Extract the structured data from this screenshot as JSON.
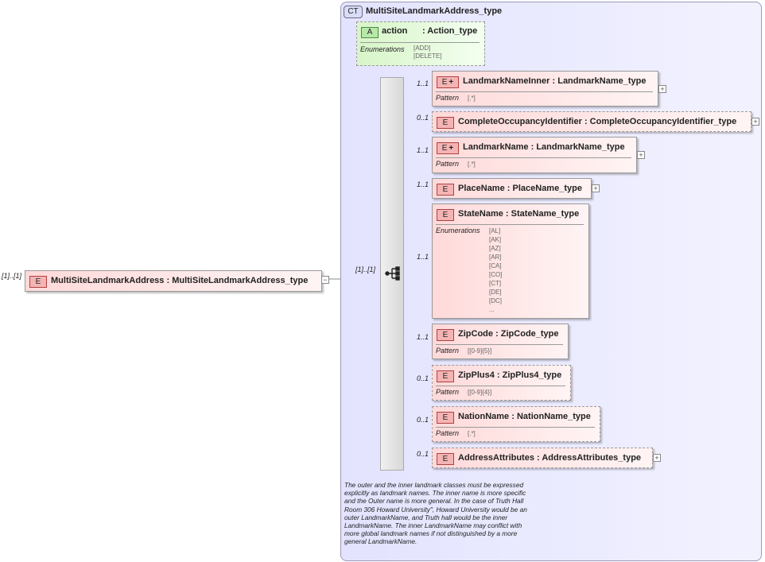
{
  "complex_type": {
    "tag": "CT",
    "title": "MultiSiteLandmarkAddress_type"
  },
  "root": {
    "cardinality": "[1]..[1]",
    "tag": "E",
    "name": "MultiSiteLandmarkAddress",
    "type": ": MultiSiteLandmarkAddress_type",
    "collapse": "−"
  },
  "attribute": {
    "tag": "A",
    "name": "action",
    "type": ": Action_type",
    "facet_label": "Enumerations",
    "values": "[ADD]\n[DELETE]"
  },
  "sequence_cardinality": "[1]..[1]",
  "elements": [
    {
      "card": "1..1",
      "tag": "E",
      "plus": "+",
      "name": "LandmarkNameInner",
      "type": ": LandmarkName_type",
      "facet_label": "Pattern",
      "facet_value": "[.*]",
      "expand": "+"
    },
    {
      "card": "0..1",
      "tag": "E",
      "name": "CompleteOccupancyIdentifier",
      "type": ": CompleteOccupancyIdentifier_type",
      "expand": "+"
    },
    {
      "card": "1..1",
      "tag": "E",
      "plus": "+",
      "name": "LandmarkName",
      "type": ": LandmarkName_type",
      "facet_label": "Pattern",
      "facet_value": "[.*]",
      "expand": "+"
    },
    {
      "card": "1..1",
      "tag": "E",
      "name": "PlaceName",
      "type": ": PlaceName_type",
      "expand": "+"
    },
    {
      "card": "1..1",
      "tag": "E",
      "name": "StateName",
      "type": ": StateName_type",
      "facet_label": "Enumerations",
      "facet_value": "[AL]\n[AK]\n[AZ]\n[AR]\n[CA]\n[CO]\n[CT]\n[DE]\n[DC]\n..."
    },
    {
      "card": "1..1",
      "tag": "E",
      "name": "ZipCode",
      "type": ": ZipCode_type",
      "facet_label": "Pattern",
      "facet_value": "[[0-9]{5}]"
    },
    {
      "card": "0..1",
      "tag": "E",
      "name": "ZipPlus4",
      "type": ": ZipPlus4_type",
      "facet_label": "Pattern",
      "facet_value": "[[0-9]{4}]"
    },
    {
      "card": "0..1",
      "tag": "E",
      "name": "NationName",
      "type": ": NationName_type",
      "facet_label": "Pattern",
      "facet_value": "[.*]"
    },
    {
      "card": "0..1",
      "tag": "E",
      "name": "AddressAttributes",
      "type": ": AddressAttributes_type",
      "expand": "+"
    }
  ],
  "annotation": "The outer and the inner landmark classes must be expressed explicitly as landmark names. The inner name is more specific and the Outer name is more general. In the case of Truth Hall Room 306 Howard University\", Howard University would be an outer LandmarkName, and Truth hall would be the inner LandmarkName. The inner LandmarkName may conflict with more global landmark names if not distinguished by a more general LandmarkName."
}
